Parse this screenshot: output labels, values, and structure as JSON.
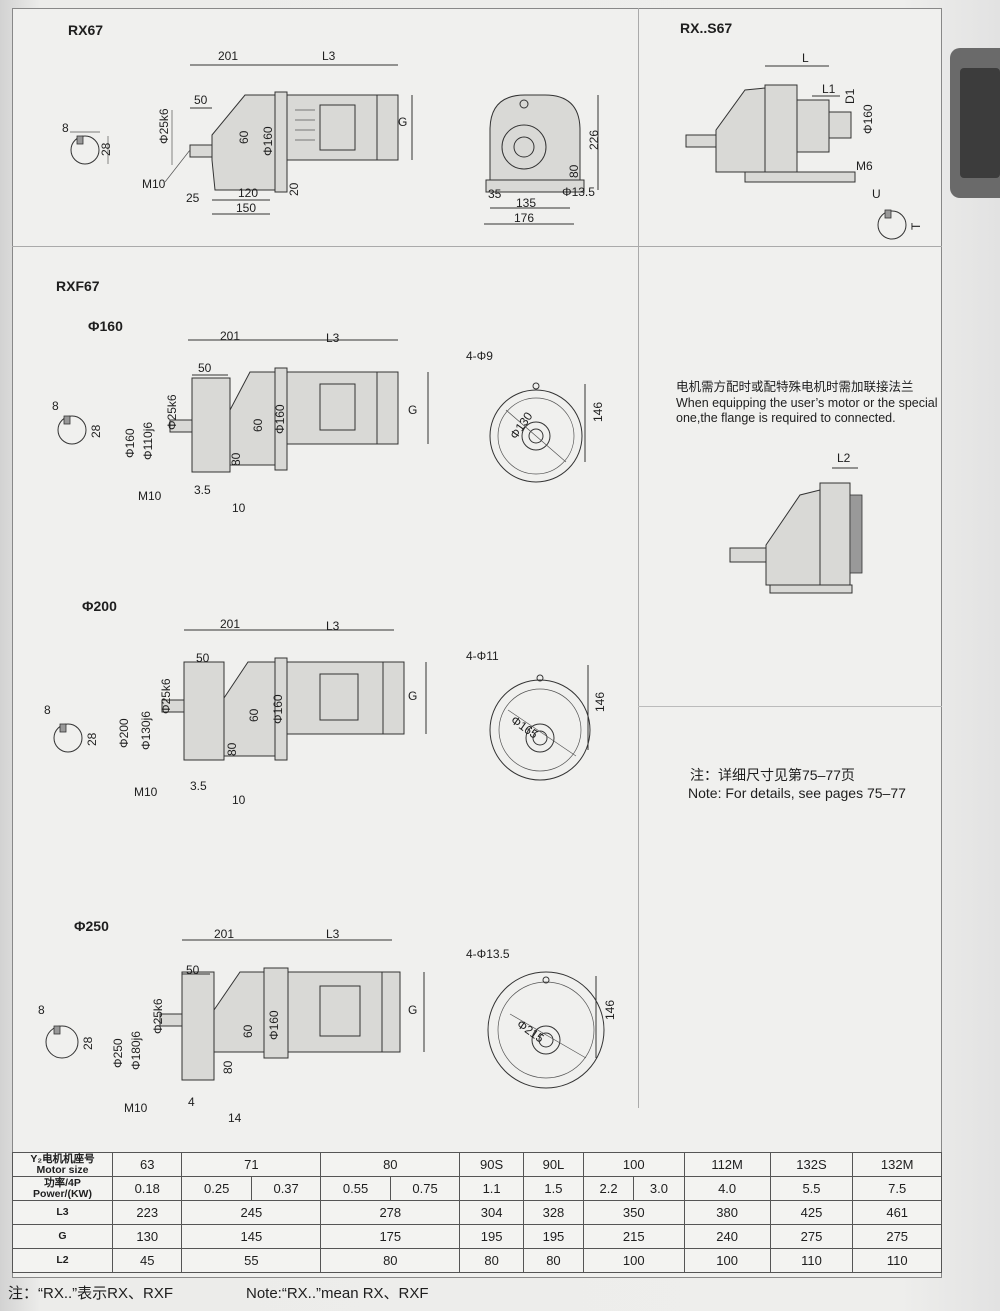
{
  "sections": {
    "rx67": "RX67",
    "rxs67": "RX..S67",
    "rxf67": "RXF67",
    "phi160": "Φ160",
    "phi200": "Φ200",
    "phi250": "Φ250"
  },
  "rx67_dims": {
    "d201": "201",
    "l3": "L3",
    "d50": "50",
    "shaft": "Φ25k6",
    "key": "8",
    "keyh": "28",
    "m10": "M10",
    "d25": "25",
    "d120": "120",
    "d150": "150",
    "d60": "60",
    "d160": "Φ160",
    "g": "G",
    "d20": "20",
    "d226": "226",
    "d35": "35",
    "d80": "80",
    "d135": "135",
    "d176": "176",
    "hole": "Φ13.5"
  },
  "rxs67_dims": {
    "l": "L",
    "l1": "L1",
    "d1": "D1",
    "phi160": "Φ160",
    "m6": "M6",
    "u": "U",
    "t": "T",
    "l2": "L2"
  },
  "flange_note": {
    "zh": "电机需方配时或配特殊电机时需加联接法兰",
    "en1": "When equipping the user’s motor or the special",
    "en2": "one,the flange is required to connected."
  },
  "rxf160": {
    "d201": "201",
    "l3": "L3",
    "d50": "50",
    "key": "8",
    "keyh": "28",
    "shaft": "Φ25k6",
    "d110": "Φ110j6",
    "d160": "Φ160",
    "m10": "M10",
    "d35": "3.5",
    "d10": "10",
    "d80": "80",
    "d60": "60",
    "dm160": "Φ160",
    "g": "G",
    "holes": "4-Φ9",
    "pcd": "Φ130",
    "d146": "146"
  },
  "rxf200": {
    "d201": "201",
    "l3": "L3",
    "d50": "50",
    "key": "8",
    "keyh": "28",
    "shaft": "Φ25k6",
    "d130": "Φ130j6",
    "d200": "Φ200",
    "m10": "M10",
    "d35": "3.5",
    "d10": "10",
    "d80": "80",
    "d60": "60",
    "dm160": "Φ160",
    "g": "G",
    "holes": "4-Φ11",
    "pcd": "Φ165",
    "d146": "146"
  },
  "rxf250": {
    "d201": "201",
    "l3": "L3",
    "d50": "50",
    "key": "8",
    "keyh": "28",
    "shaft": "Φ25k6",
    "d180": "Φ180j6",
    "d250": "Φ250",
    "m10": "M10",
    "d4": "4",
    "d14": "14",
    "d80": "80",
    "d60": "60",
    "dm160": "Φ160",
    "g": "G",
    "holes": "4-Φ13.5",
    "pcd": "Φ215",
    "d146": "146"
  },
  "details_note": {
    "zh": "注：详细尺寸见第75–77页",
    "en": "Note: For details, see pages 75–77"
  },
  "table": {
    "row_labels": {
      "motor_zh": "Y₂电机机座号",
      "motor_en": "Motor size",
      "power_zh": "功率/4P",
      "power_en": "Power/(KW)",
      "l3": "L3",
      "g": "G",
      "l2": "L2"
    },
    "motor_size": [
      "63",
      "71",
      "80",
      "90S",
      "90L",
      "100",
      "112M",
      "132S",
      "132M"
    ],
    "power": [
      [
        "0.18"
      ],
      [
        "0.25",
        "0.37"
      ],
      [
        "0.55",
        "0.75"
      ],
      [
        "1.1"
      ],
      [
        "1.5"
      ],
      [
        "2.2",
        "3.0"
      ],
      [
        "4.0"
      ],
      [
        "5.5"
      ],
      [
        "7.5"
      ]
    ],
    "l3": [
      "223",
      "245",
      "278",
      "304",
      "328",
      "350",
      "380",
      "425",
      "461"
    ],
    "g": [
      "130",
      "145",
      "175",
      "195",
      "195",
      "215",
      "240",
      "275",
      "275"
    ],
    "l2": [
      "45",
      "55",
      "80",
      "80",
      "80",
      "100",
      "100",
      "110",
      "110"
    ]
  },
  "footer": {
    "zh": "注：“RX..”表示RX、RXF",
    "en": "Note:“RX..”mean RX、RXF"
  }
}
